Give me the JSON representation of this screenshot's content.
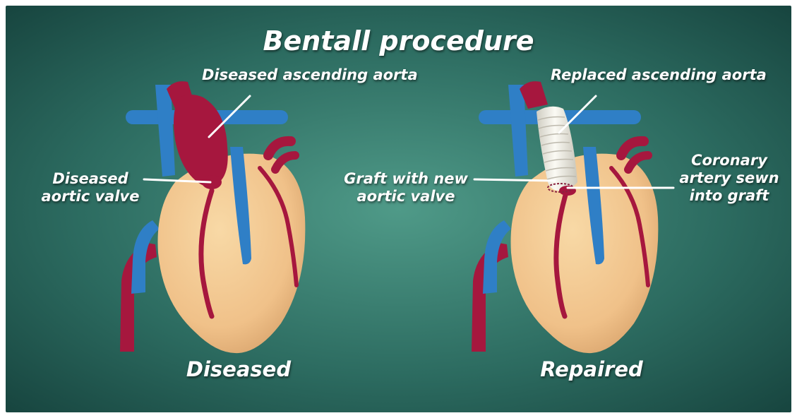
{
  "title": "Bentall procedure",
  "panels": {
    "diseased": {
      "caption": "Diseased",
      "labels": {
        "aorta": "Diseased ascending aorta",
        "valve_line1": "Diseased",
        "valve_line2": "aortic valve"
      }
    },
    "repaired": {
      "caption": "Repaired",
      "labels": {
        "aorta": "Replaced ascending aorta",
        "graft_line1": "Graft with new",
        "graft_line2": "aortic valve",
        "coronary_line1": "Coronary",
        "coronary_line2": "artery sewn",
        "coronary_line3": "into graft"
      }
    }
  },
  "colors": {
    "background_center": "#4f9a88",
    "background_edge": "#143f3a",
    "heart": "#f2c88d",
    "artery": "#a6173e",
    "vein": "#2f7fc6",
    "graft": "#efeee6",
    "text": "#ffffff"
  }
}
